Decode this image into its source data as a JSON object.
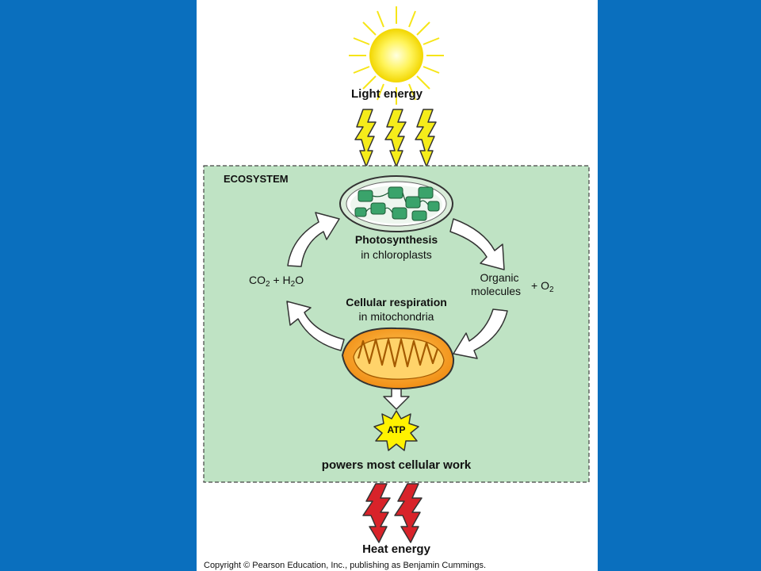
{
  "labels": {
    "light_energy": "Light energy",
    "ecosystem": "ECOSYSTEM",
    "photosynthesis": "Photosynthesis",
    "photosynthesis_location": "in chloroplasts",
    "co2": "CO",
    "co2_sub": "2",
    "plus_h2o": "+ H",
    "h2o_sub": "2",
    "h2o_o": "O",
    "organic_line1": "Organic",
    "organic_line2": "molecules",
    "plus_o2": "+ O",
    "o2_sub": "2",
    "cellular_respiration": "Cellular respiration",
    "respiration_location": "in mitochondria",
    "atp": "ATP",
    "powers": "powers most cellular work",
    "heat_energy": "Heat energy",
    "copyright": "Copyright © Pearson Education, Inc., publishing as Benjamin Cummings."
  },
  "colors": {
    "background": "#0a6fbe",
    "panel": "#ffffff",
    "ecosystem_fill": "#bfe3c4",
    "sun": "#fff200",
    "light_bolts": "#f5ec1a",
    "heat_bolts": "#d8232a",
    "chloroplast_grana": "#3aa36b",
    "mitochondrion": "#f7941d",
    "atp_star": "#fff200"
  }
}
